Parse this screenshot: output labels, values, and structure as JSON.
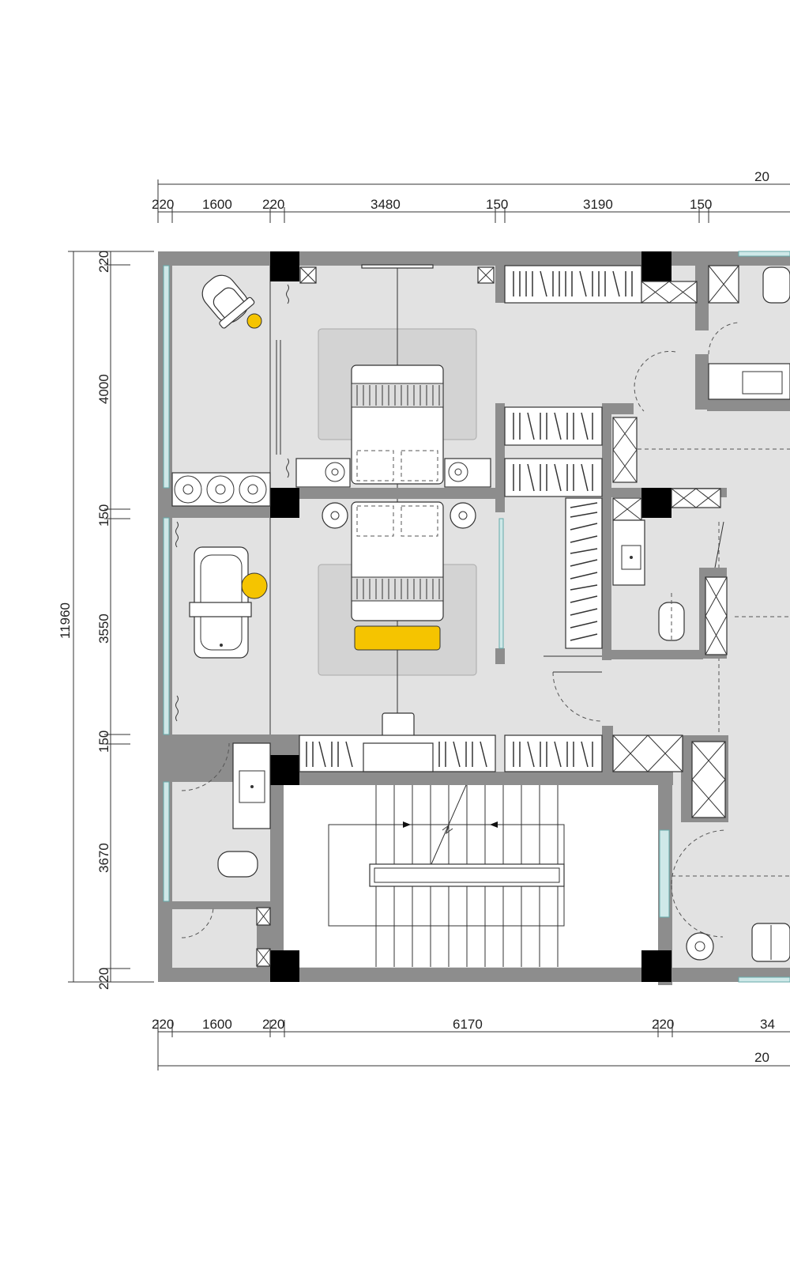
{
  "top_dims": {
    "overall": "20",
    "segments": [
      "220",
      "1600",
      "220",
      "3480",
      "150",
      "3190",
      "150"
    ]
  },
  "left_dims": {
    "overall": "11960",
    "segments": [
      "220",
      "4000",
      "150",
      "3550",
      "150",
      "3670",
      "220"
    ]
  },
  "bottom_dims": {
    "overall": "20",
    "segments": [
      "220",
      "1600",
      "220",
      "6170",
      "220",
      "34"
    ]
  },
  "colors": {
    "wall": "#8d8d8d",
    "column": "#000000",
    "floor": "#e2e2e2",
    "accent": "#f5c400",
    "glazing": "#cfe8e8"
  },
  "icons": [
    "armchair-icon",
    "bed-icon",
    "bathtub-icon",
    "toilet-icon",
    "sink-icon",
    "wardrobe-icon",
    "stair-icon",
    "door-swing-icon",
    "round-table-icon",
    "bench-icon"
  ]
}
